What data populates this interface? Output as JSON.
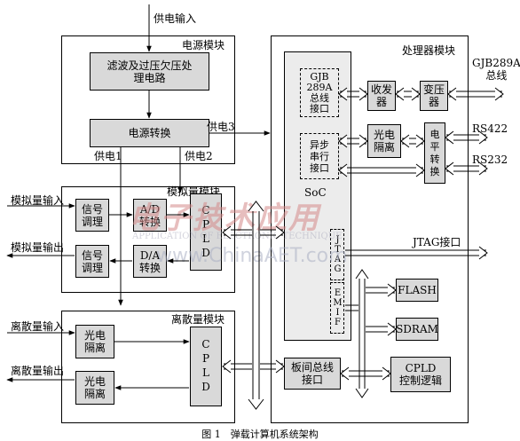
{
  "labels": {
    "power_input": "供电输入",
    "power_module": "电源模块",
    "filter_circuit": "滤波及过压欠压处\n理电路",
    "power_convert": "电源转换",
    "supply1": "供电1",
    "supply2": "供电2",
    "supply3": "供电3",
    "analog_module": "模拟量模块",
    "analog_in": "模拟量输入",
    "analog_out": "模拟量输出",
    "signal_cond_1": "信号\n调理",
    "signal_cond_2": "信号\n调理",
    "ad": "A/D\n转换",
    "da": "D/A\n转换",
    "cpld_analog": "CPLD",
    "discrete_module": "离散量模块",
    "discrete_in": "离散量输入",
    "discrete_out": "离散量输出",
    "opto_1": "光电\n隔离",
    "opto_2": "光电\n隔离",
    "cpld_discrete": "CPLD",
    "processor_module": "处理器模块",
    "soc": "SoC",
    "gjb_iface": "GJB\n289A\n总线\n接口",
    "transceiver": "收发\n器",
    "transformer": "变压\n器",
    "gjb_bus": "GJB289A\n总线",
    "uart": "异步\n串行\n接口",
    "opto_proc": "光电\n隔离",
    "level_conv": "电\n平\n转\n换",
    "rs422": "RS422",
    "rs232": "RS232",
    "jtag_block": "JTAG",
    "jtag_port": "JTAG接口",
    "emif": "EMIF",
    "flash": "FLASH",
    "sdram": "SDRAM",
    "cpld_ctrl": "CPLD\n控制逻辑",
    "board_bus": "板间总线\n接口"
  },
  "watermark": {
    "cn": "电子技术应用",
    "en": "APPLICATION OF ELECTRONIC TECHNIQUE",
    "url": "www.ChinaAET.com"
  },
  "caption": "图 1　弹载计算机系统架构"
}
